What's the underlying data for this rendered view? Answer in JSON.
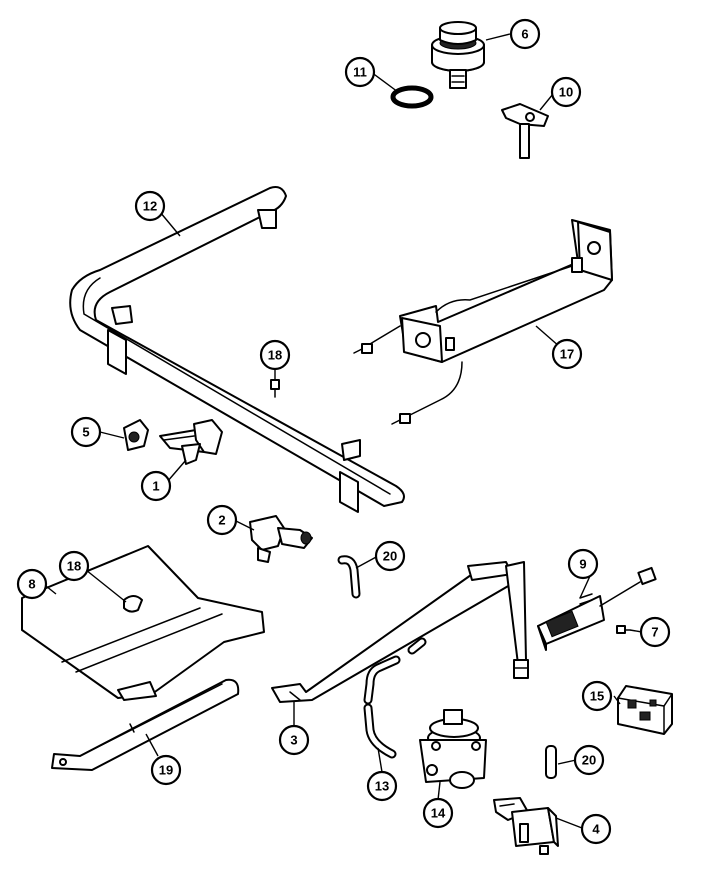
{
  "callouts": {
    "c1": "1",
    "c2": "2",
    "c3": "3",
    "c4": "4",
    "c5": "5",
    "c6": "6",
    "c7": "7",
    "c8": "8",
    "c9": "9",
    "c10": "10",
    "c11": "11",
    "c12": "12",
    "c13": "13",
    "c14": "14",
    "c15": "15",
    "c17": "17",
    "c18a": "18",
    "c18b": "18",
    "c19": "19",
    "c20a": "20",
    "c20b": "20"
  }
}
